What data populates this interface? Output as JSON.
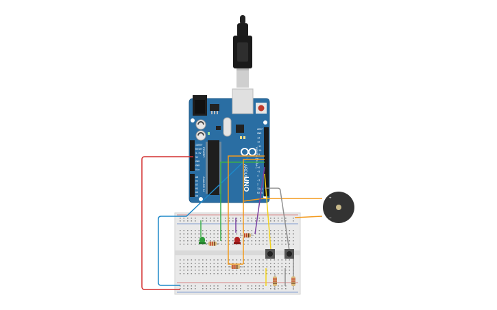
{
  "board": {
    "brand": "ARDUINO",
    "model": "UNO",
    "digital_header_label": "DIGITAL (PWM~)",
    "power_header_label": "POWER",
    "analog_header_label": "ANALOG IN",
    "power_pins": [
      "IOREF",
      "RESET",
      "3.3V",
      "5V",
      "GND",
      "GND",
      "Vin"
    ],
    "analog_pins": [
      "A0",
      "A1",
      "A2",
      "A3",
      "A4",
      "A5"
    ],
    "digital_pins": [
      "AREF",
      "GND",
      "13",
      "12",
      "~11",
      "~10",
      "~9",
      "8",
      "7",
      "~6",
      "~5",
      "4",
      "~3",
      "2",
      "TX▸1",
      "RX◂0"
    ],
    "led_labels": [
      "L",
      "TX",
      "RX",
      "ON"
    ]
  },
  "buzzer": {
    "plus_label": "+",
    "minus_label": "−"
  },
  "colors": {
    "board_blue": "#2a6ea3",
    "breadboard": "#e8e8e8",
    "wire_red": "#d32f2f",
    "wire_blue": "#1e88c8",
    "wire_green": "#3cae49",
    "wire_orange": "#f39a1e",
    "wire_purple": "#7b3fa0",
    "wire_yellow": "#f2d21a",
    "wire_gray": "#8f8f8f",
    "led_green": "#2e9e3a",
    "led_red": "#b01e1e",
    "buzzer_body": "#333333"
  }
}
